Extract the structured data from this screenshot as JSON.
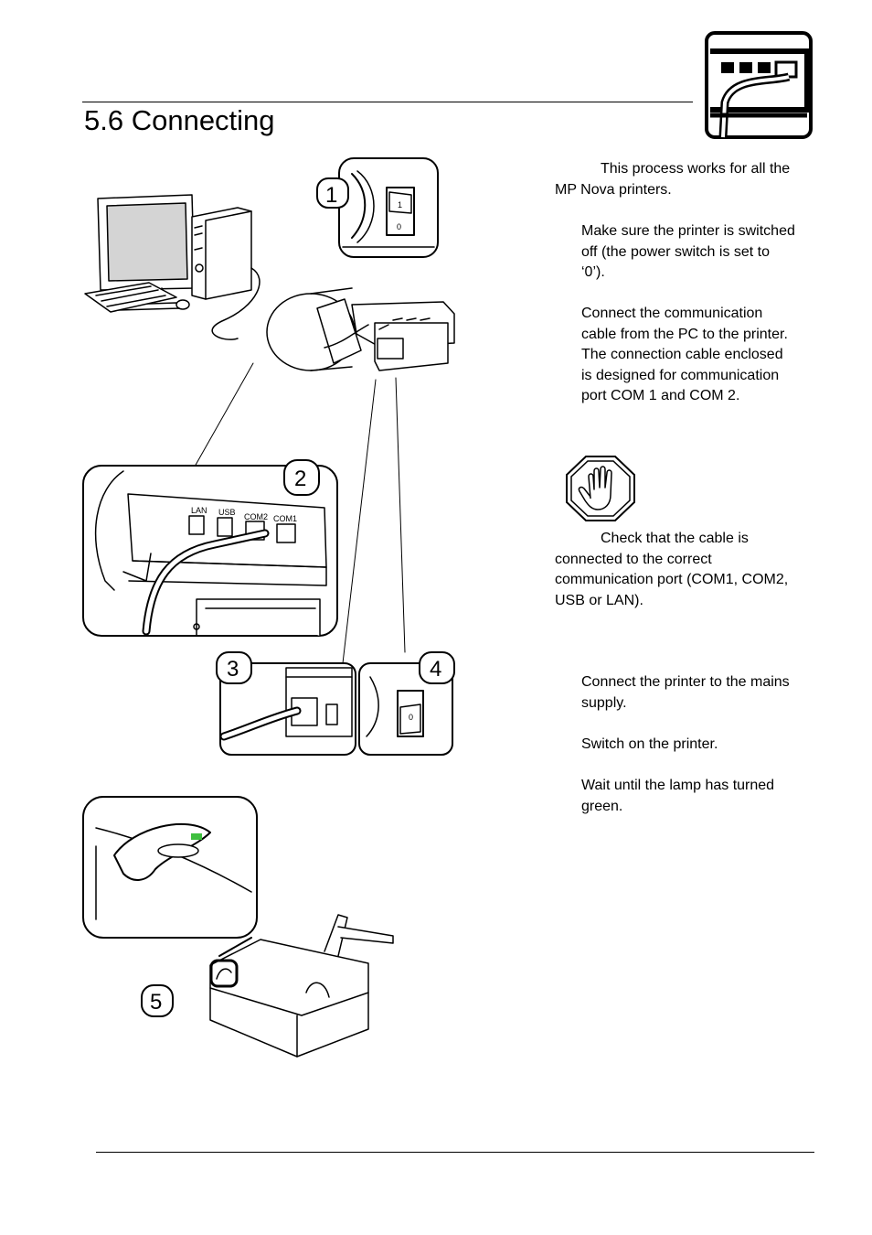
{
  "header": {
    "section_title": "5.6 Connecting",
    "icon": "cable-connection-icon"
  },
  "intro": "This process works for all the MP Nova printers.",
  "steps": [
    "Make sure the printer is switched off (the power switch is set to ‘0’).",
    "Connect the communication cable from the PC to the printer. The connection cable enclosed is designed for communication port COM 1 and COM 2.",
    "Connect the printer to the mains supply.",
    "Switch on the printer.",
    "Wait until the lamp has turned green."
  ],
  "warning": {
    "icon": "stop-hand-icon",
    "text": "Check that the cable is connected to the correct communication port (COM1, COM2, USB or LAN)."
  },
  "illustration": {
    "callouts": [
      "1",
      "2",
      "3",
      "4",
      "5"
    ],
    "ports": [
      "LAN",
      "USB",
      "COM2",
      "COM1"
    ],
    "switch_on": "1",
    "switch_off": "0",
    "lamp_color": "#3fbf3f"
  }
}
